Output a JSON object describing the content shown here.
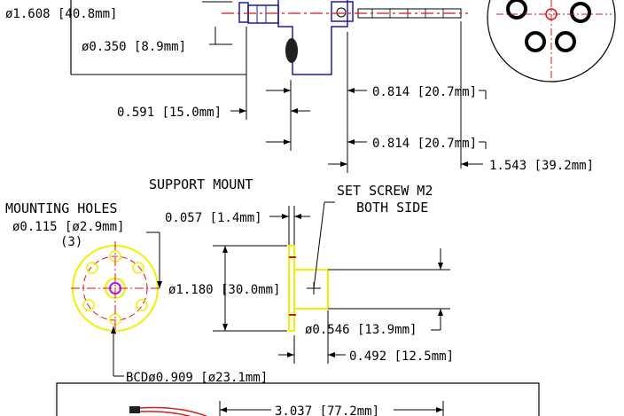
{
  "colors": {
    "ink": "#000000",
    "motor_blue": "#1a1aa8",
    "center_red": "#e01010",
    "mount_yellow": "#f0f000",
    "wire_red": "#d02020",
    "hub_magenta": "#c010c0"
  },
  "labels": {
    "dim_shaft_outer": "ø1.608 [40.8mm]",
    "dim_shaft_inner": "ø0.350 [8.9mm]",
    "dim_0591": "0.591 [15.0mm]",
    "dim_0814_a": "0.814 [20.7mm]",
    "dim_0814_b": "0.814 [20.7mm]",
    "dim_1543": "1.543 [39.2mm]",
    "support_mount_title": "SUPPORT MOUNT",
    "set_screw_line1": "SET SCREW M2",
    "set_screw_line2": "BOTH SIDE",
    "mounting_holes_title": "MOUNTING HOLES",
    "mounting_holes_dim": "ø0.115 [ø2.9mm]",
    "mounting_holes_count": "(3)",
    "dim_0057": "0.057 [1.4mm]",
    "dim_1180": "ø1.180 [30.0mm]",
    "dim_0546": "ø0.546 [13.9mm]",
    "dim_0492": "0.492 [12.5mm]",
    "dim_bcd": "BCDø0.909 [ø23.1mm]",
    "dim_3037": "3.037 [77.2mm]"
  }
}
